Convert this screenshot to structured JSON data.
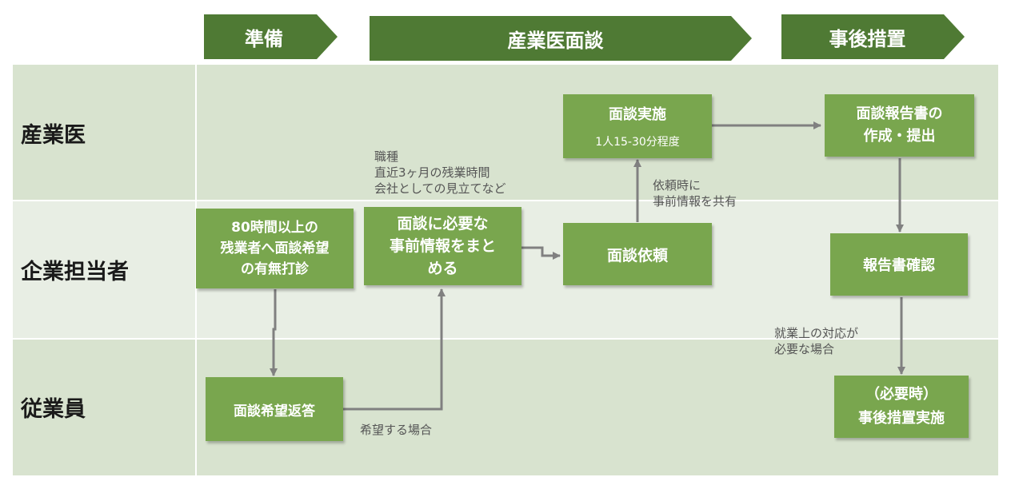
{
  "colors": {
    "phase_fill": "#4f7a34",
    "box_fill": "#79a64e",
    "lane_dark": "#d8e3cf",
    "lane_light": "#e8eee4",
    "arrow": "#808080",
    "note_text": "#555555"
  },
  "phases": [
    "準備",
    "産業医面談",
    "事後措置"
  ],
  "lanes": [
    "産業医",
    "企業担当者",
    "従業員"
  ],
  "boxes": {
    "interview_confirm": [
      "80時間以上の",
      "残業者へ面談希望",
      "の有無打診"
    ],
    "employee_reply": [
      "面談希望返答"
    ],
    "prepare_info": [
      "面談に必要な",
      "事前情報をまと",
      "める"
    ],
    "request_interview": [
      "面談依頼"
    ],
    "conduct_interview": {
      "title": "面談実施",
      "sub": "1人15-30分程度"
    },
    "create_report": [
      "面談報告書の",
      "作成・提出"
    ],
    "confirm_report": [
      "報告書確認"
    ],
    "aftercare": [
      "（必要時）",
      "事後措置実施"
    ]
  },
  "notes": {
    "info_items": [
      "職種",
      "直近3ヶ月の残業時間",
      "会社としての見立てなど"
    ],
    "share_info": [
      "依頼時に",
      "事前情報を共有"
    ],
    "if_wish": [
      "希望する場合"
    ],
    "if_needed": [
      "就業上の対応が",
      "必要な場合"
    ]
  }
}
